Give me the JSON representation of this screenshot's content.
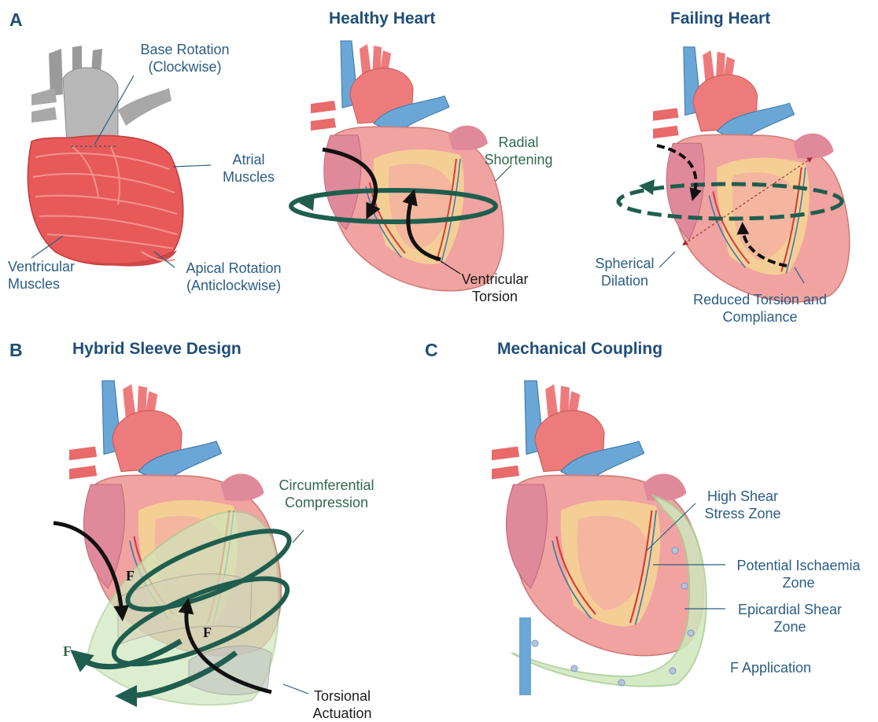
{
  "panels": {
    "a": "A",
    "b": "B",
    "c": "C"
  },
  "titles": {
    "healthy": "Healthy Heart",
    "failing": "Failing  Heart",
    "sleeve": "Hybrid Sleeve Design",
    "coupling": "Mechanical Coupling"
  },
  "labels": {
    "base_rotation_1": "Base Rotation",
    "base_rotation_2": "(Clockwise)",
    "atrial_1": "Atrial",
    "atrial_2": "Muscles",
    "ventricular_1": "Ventricular",
    "ventricular_2": "Muscles",
    "apical_1": "Apical Rotation",
    "apical_2": "(Anticlockwise)",
    "radial_1": "Radial",
    "radial_2": "Shortening",
    "torsion_1": "Ventricular",
    "torsion_2": "Torsion",
    "spherical_1": "Spherical",
    "spherical_2": "Dilation",
    "reduced_1": "Reduced Torsion and",
    "reduced_2": "Compliance",
    "circumferential_1": "Circumferential",
    "circumferential_2": "Compression",
    "torsional_1": "Torsional",
    "torsional_2": "Actuation",
    "high_shear_1": "High Shear",
    "high_shear_2": "Stress Zone",
    "ischaemia_1": "Potential Ischaemia",
    "ischaemia_2": "Zone",
    "epicardial_1": "Epicardial Shear",
    "epicardial_2": "Zone",
    "f_application": "F Application",
    "force": "F"
  },
  "colors": {
    "title_blue": "#1f4e79",
    "label_blue": "#2b5d86",
    "label_green": "#2f6a4a",
    "arrow_green": "#1f5e4e",
    "heart_pink": "#f0a3a0",
    "aorta_red": "#ee7b7b",
    "vessel_blue": "#6aa6d6",
    "fat_yellow": "#f7dc93",
    "muscle_red": "#e85a5a",
    "sleeve_green": "#cfe7bd"
  }
}
